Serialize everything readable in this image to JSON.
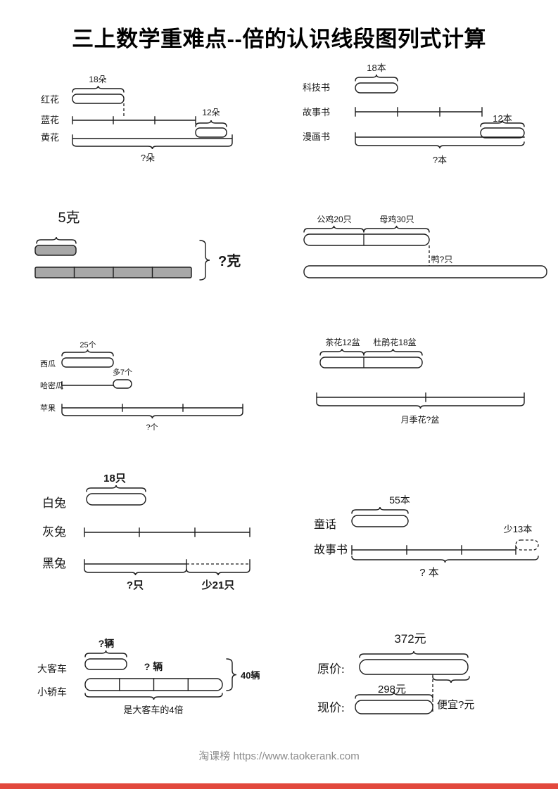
{
  "title": "三上数学重难点--倍的认识线段图列式计算",
  "footer": "淘课榜 https://www.taokerank.com",
  "accent_color": "#e2483d",
  "flowers": {
    "count_red": "18朵",
    "row_red": "红花",
    "row_blue": "蓝花",
    "row_yellow": "黄花",
    "count_extra": "12朵",
    "count_total": "?朵"
  },
  "books1": {
    "count_sci": "18本",
    "row_sci": "科技书",
    "row_story": "故事书",
    "row_comic": "漫画书",
    "count_extra": "12本",
    "count_total": "?本"
  },
  "grams": {
    "count_small": "5克",
    "count_total": "?克"
  },
  "poultry": {
    "label_rooster": "公鸡20只",
    "label_hen": "母鸡30只",
    "label_duck": "鸭?只"
  },
  "melons": {
    "count_watermelon": "25个",
    "row_watermelon": "西瓜",
    "row_cantaloupe": "哈密瓜",
    "label_more": "多7个",
    "row_apple": "苹果",
    "count_total": "?个"
  },
  "pots": {
    "label_camellia": "茶花12盆",
    "label_azalea": "杜鹃花18盆",
    "label_rose": "月季花?盆"
  },
  "rabbits": {
    "count_white": "18只",
    "row_white": "白兔",
    "row_gray": "灰兔",
    "row_black": "黑兔",
    "count_unknown": "?只",
    "label_less": "少21只"
  },
  "books2": {
    "count_fairy": "55本",
    "row_fairy": "童话",
    "label_less": "少13本",
    "row_story": "故事书",
    "count_total": "? 本"
  },
  "vehicles": {
    "count_bus": "?辆",
    "row_bus": "大客车",
    "count_car": "? 辆",
    "row_car": "小轿车",
    "count_total": "40辆",
    "label_times": "是大客车的4倍"
  },
  "prices": {
    "count_original": "372元",
    "row_original": "原价:",
    "count_current": "298元",
    "row_current": "现价:",
    "label_cheaper": "便宜?元"
  }
}
